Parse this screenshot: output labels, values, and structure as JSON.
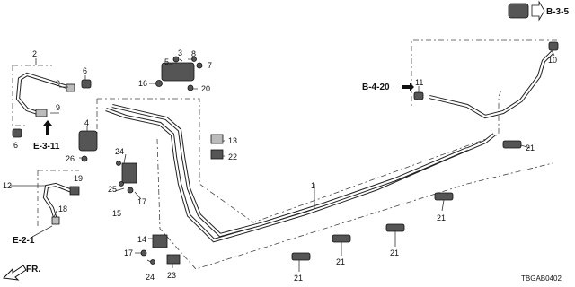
{
  "diagram": {
    "callouts": {
      "c1": "1",
      "c2": "2",
      "c3": "3",
      "c4": "4",
      "c5": "5",
      "c6a": "6",
      "c6b": "6",
      "c7": "7",
      "c8": "8",
      "c9a": "9",
      "c9b": "9",
      "c10": "10",
      "c11": "11",
      "c12": "12",
      "c13": "13",
      "c14": "14",
      "c15": "15",
      "c16": "16",
      "c17a": "17",
      "c17b": "17",
      "c18": "18",
      "c19": "19",
      "c20": "20",
      "c21a": "21",
      "c21b": "21",
      "c21c": "21",
      "c21d": "21",
      "c21e": "21",
      "c22": "22",
      "c23": "23",
      "c24a": "24",
      "c24b": "24",
      "c25": "25",
      "c26": "26"
    },
    "refs": {
      "b35": "B-3-5",
      "b420": "B-4-20",
      "e311": "E-3-11",
      "e21": "E-2-1"
    },
    "front_label": "FR.",
    "diagram_code": "TBGAB0402"
  }
}
